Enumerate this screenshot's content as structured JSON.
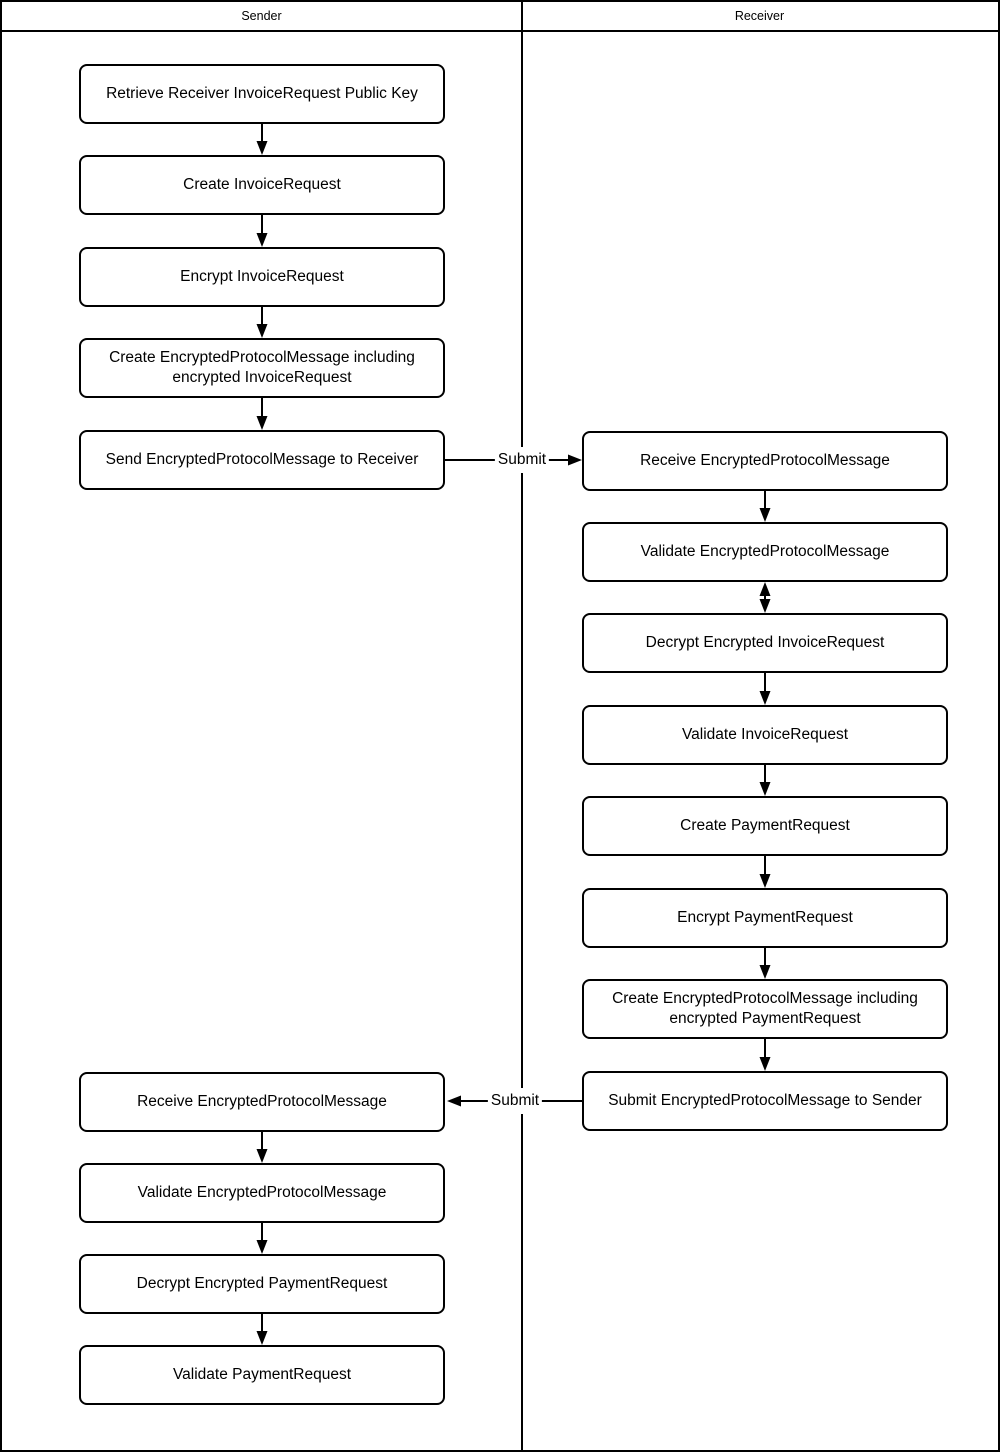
{
  "diagram": {
    "type": "flowchart-swimlanes",
    "lanes": [
      {
        "label": "Sender"
      },
      {
        "label": "Receiver"
      }
    ],
    "sender_steps_top": [
      "Retrieve Receiver InvoiceRequest Public Key",
      "Create InvoiceRequest",
      "Encrypt InvoiceRequest",
      "Create EncryptedProtocolMessage including encrypted InvoiceRequest",
      "Send EncryptedProtocolMessage to Receiver"
    ],
    "receiver_steps": [
      "Receive EncryptedProtocolMessage",
      "Validate EncryptedProtocolMessage",
      "Decrypt Encrypted InvoiceRequest",
      "Validate InvoiceRequest",
      "Create PaymentRequest",
      "Encrypt PaymentRequest",
      "Create EncryptedProtocolMessage including encrypted PaymentRequest",
      "Submit EncryptedProtocolMessage to Sender"
    ],
    "sender_steps_bottom": [
      "Receive EncryptedProtocolMessage",
      "Validate EncryptedProtocolMessage",
      "Decrypt Encrypted PaymentRequest",
      "Validate PaymentRequest"
    ],
    "cross_arrows": [
      {
        "label": "Submit",
        "direction": "right"
      },
      {
        "label": "Submit",
        "direction": "left"
      }
    ],
    "colors": {
      "line": "#000000",
      "background": "#ffffff",
      "box_fill": "#ffffff"
    }
  }
}
